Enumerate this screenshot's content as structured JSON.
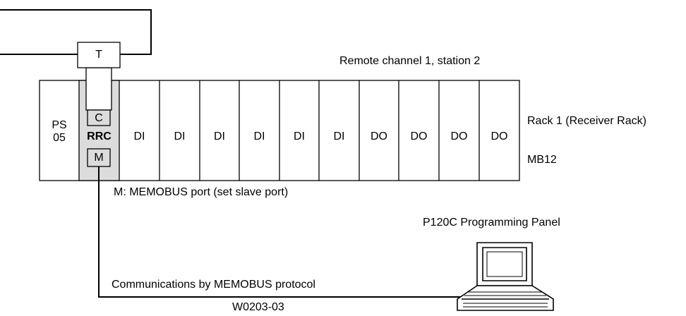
{
  "terminator": {
    "label": "T"
  },
  "rack": {
    "power_supply": {
      "line1": "PS",
      "line2": "05"
    },
    "rrc": {
      "label": "RRC",
      "port_c": "C",
      "port_m": "M"
    },
    "modules": [
      "DI",
      "DI",
      "DI",
      "DI",
      "DI",
      "DI",
      "DO",
      "DO",
      "DO",
      "DO"
    ]
  },
  "labels": {
    "remote_channel": "Remote channel 1, station 2",
    "rack_name": "Rack 1 (Receiver Rack)",
    "mount_base": "MB12",
    "memobus_port": "M: MEMOBUS port (set slave port)",
    "programming_panel": "P120C Programming Panel",
    "comms": "Communications by MEMOBUS protocol",
    "figure_id": "W0203-03"
  }
}
